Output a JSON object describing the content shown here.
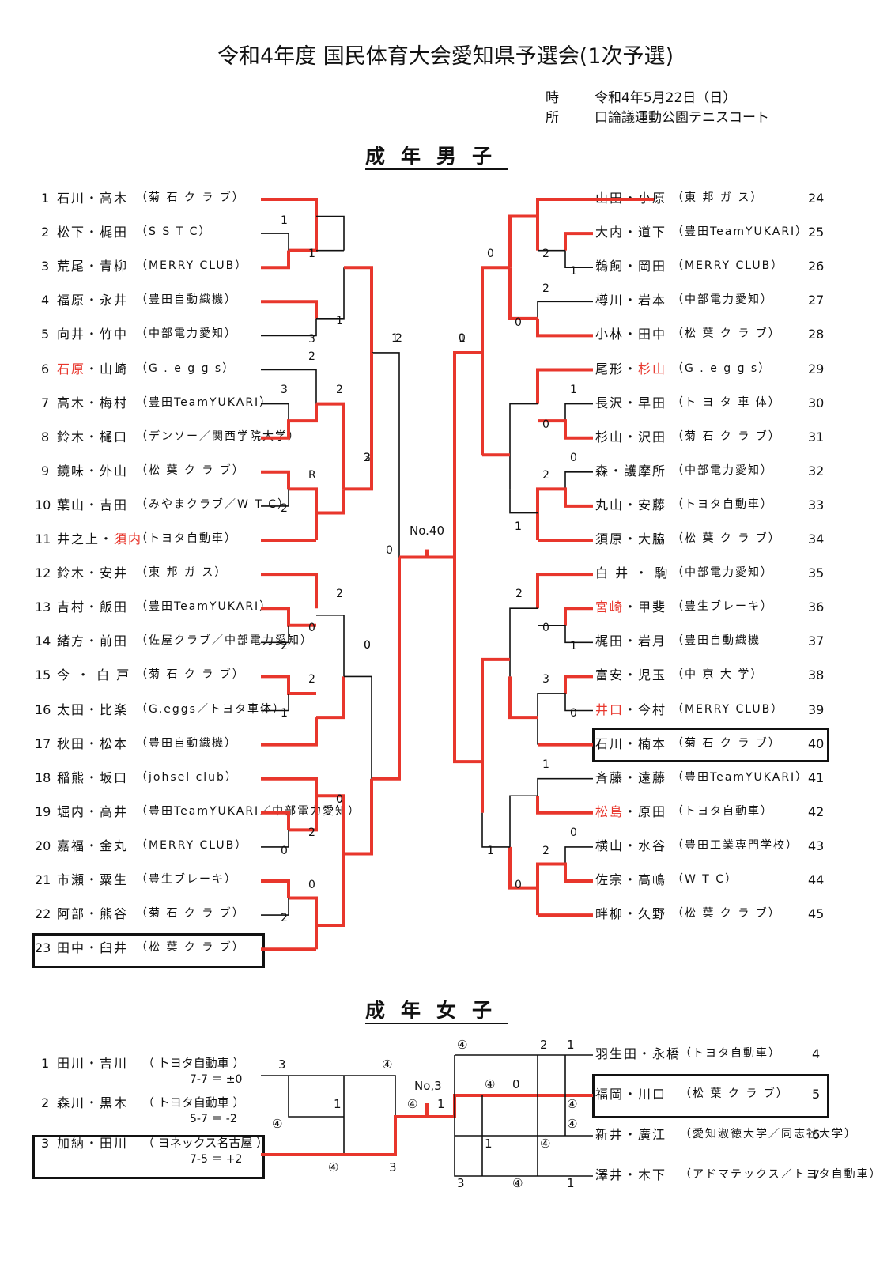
{
  "title": "令和4年度 国民体育大会愛知県予選会(1次予選)",
  "meta": {
    "date_label": "時",
    "date": "令和4年5月22日（日）",
    "place_label": "所",
    "place": "口論議運動公園テニスコート"
  },
  "men": {
    "heading": "成年男子",
    "left": [
      {
        "num": "1",
        "name": "石川・高木",
        "club": "（菊 石 ク ラ ブ）"
      },
      {
        "num": "2",
        "name": "松下・梶田",
        "club": "（S  S  T  C）"
      },
      {
        "num": "3",
        "name": "荒尾・青柳",
        "club": "（MERRY CLUB）"
      },
      {
        "num": "4",
        "name": "福原・永井",
        "club": "（豊田自動織機）"
      },
      {
        "num": "5",
        "name": "向井・竹中",
        "club": "（中部電力愛知）"
      },
      {
        "num": "6",
        "name": "石原・山崎",
        "club": "（G . e g g s）",
        "red": "石原"
      },
      {
        "num": "7",
        "name": "高木・梅村",
        "club": "（豊田TeamYUKARI）"
      },
      {
        "num": "8",
        "name": "鈴木・樋口",
        "club": "（デンソー／関西学院大学）"
      },
      {
        "num": "9",
        "name": "鏡味・外山",
        "club": "（松 葉 ク ラ ブ）"
      },
      {
        "num": "10",
        "name": "葉山・吉田",
        "club": "（みやまクラブ／W T C）"
      },
      {
        "num": "11",
        "name": "井之上・須内",
        "club": "（トヨタ自動車）",
        "red": "須内"
      },
      {
        "num": "12",
        "name": "鈴木・安井",
        "club": "（東 邦 ガ ス）"
      },
      {
        "num": "13",
        "name": "吉村・飯田",
        "club": "（豊田TeamYUKARI）"
      },
      {
        "num": "14",
        "name": "緒方・前田",
        "club": "（佐屋クラブ／中部電力愛知）"
      },
      {
        "num": "15",
        "name": "今 ・ 白 戸",
        "club": "（菊 石 ク ラ ブ）"
      },
      {
        "num": "16",
        "name": "太田・比楽",
        "club": "（G.eggs／トヨタ車体）"
      },
      {
        "num": "17",
        "name": "秋田・松本",
        "club": "（豊田自動織機）"
      },
      {
        "num": "18",
        "name": "稲熊・坂口",
        "club": "（johsel club）"
      },
      {
        "num": "19",
        "name": "堀内・高井",
        "club": "（豊田TeamYUKARI／中部電力愛知）"
      },
      {
        "num": "20",
        "name": "嘉福・金丸",
        "club": "（MERRY CLUB）"
      },
      {
        "num": "21",
        "name": "市瀬・粟生",
        "club": "（豊生ブレーキ）"
      },
      {
        "num": "22",
        "name": "阿部・熊谷",
        "club": "（菊 石 ク ラ ブ）"
      },
      {
        "num": "23",
        "name": "田中・臼井",
        "club": "（松 葉 ク ラ ブ）"
      }
    ],
    "right": [
      {
        "num": "24",
        "name": "山田・小原",
        "club": "（東 邦 ガ ス）"
      },
      {
        "num": "25",
        "name": "大内・道下",
        "club": "（豊田TeamYUKARI）"
      },
      {
        "num": "26",
        "name": "鵜飼・岡田",
        "club": "（MERRY CLUB）"
      },
      {
        "num": "27",
        "name": "樽川・岩本",
        "club": "（中部電力愛知）"
      },
      {
        "num": "28",
        "name": "小林・田中",
        "club": "（松 葉 ク ラ ブ）"
      },
      {
        "num": "29",
        "name": "尾形・杉山",
        "club": "（G . e g g s）",
        "red": "杉山"
      },
      {
        "num": "30",
        "name": "長沢・早田",
        "club": "（ト ヨ タ 車 体）"
      },
      {
        "num": "31",
        "name": "杉山・沢田",
        "club": "（菊 石 ク ラ ブ）"
      },
      {
        "num": "32",
        "name": "森・護摩所",
        "club": "（中部電力愛知）"
      },
      {
        "num": "33",
        "name": "丸山・安藤",
        "club": "（トヨタ自動車）"
      },
      {
        "num": "34",
        "name": "須原・大脇",
        "club": "（松 葉 ク ラ ブ）"
      },
      {
        "num": "35",
        "name": "白 井 ・ 駒",
        "club": "（中部電力愛知）"
      },
      {
        "num": "36",
        "name": "宮崎・甲斐",
        "club": "（豊生ブレーキ）",
        "red": "宮崎"
      },
      {
        "num": "37",
        "name": "梶田・岩月",
        "club": "（豊田自動織機"
      },
      {
        "num": "38",
        "name": "富安・児玉",
        "club": "（中 京 大 学）"
      },
      {
        "num": "39",
        "name": "井口・今村",
        "club": "（MERRY CLUB）",
        "red": "井口"
      },
      {
        "num": "40",
        "name": "石川・楠本",
        "club": "（菊 石 ク ラ ブ）"
      },
      {
        "num": "41",
        "name": "斉藤・遠藤",
        "club": "（豊田TeamYUKARI）"
      },
      {
        "num": "42",
        "name": "松島・原田",
        "club": "（トヨタ自動車）",
        "red": "松島"
      },
      {
        "num": "43",
        "name": "横山・水谷",
        "club": "（豊田工業専門学校）"
      },
      {
        "num": "44",
        "name": "佐宗・高嶋",
        "club": "（W  T  C）"
      },
      {
        "num": "45",
        "name": "畔柳・久野",
        "club": "（松 葉 ク ラ ブ）"
      }
    ],
    "final_label": "No.40",
    "scores": [
      "1",
      "1",
      "1",
      "3",
      "2",
      "3",
      "2",
      "3",
      "R",
      "2",
      "2",
      "0",
      "2",
      "0",
      "2",
      "1",
      "0",
      "2",
      "0",
      "0",
      "2",
      "1",
      "0",
      "0",
      "0",
      "2",
      "1",
      "2",
      "1",
      "0",
      "0",
      "2",
      "1",
      "2",
      "0",
      "1",
      "3",
      "0",
      "1",
      "2",
      "0",
      "0",
      "1",
      "0",
      "2",
      "1",
      "2",
      "0",
      "0",
      "1",
      "1"
    ]
  },
  "women": {
    "heading": "成年女子",
    "left": [
      {
        "num": "1",
        "name": "田川・吉川",
        "club": "（ トヨタ自動車 ）",
        "diff": "7-7 ＝ ±0"
      },
      {
        "num": "2",
        "name": "森川・黒木",
        "club": "（ トヨタ自動車 ）",
        "diff": "5-7 ＝ -2"
      },
      {
        "num": "3",
        "name": "加納・田川",
        "club": "（ ヨネックス名古屋 ）",
        "diff": "7-5 ＝ +2"
      }
    ],
    "right": [
      {
        "num": "4",
        "name": "羽生田・永橋",
        "club": "（トヨタ自動車）"
      },
      {
        "num": "5",
        "name": "福岡・川口",
        "club": "（松 葉 ク ラ ブ）"
      },
      {
        "num": "6",
        "name": "新井・廣江",
        "club": "（愛知淑徳大学／同志社大学）"
      },
      {
        "num": "7",
        "name": "澤井・木下",
        "club": "（アドマテックス／トヨタ自動車）"
      }
    ],
    "final_label": "No,3",
    "scores": [
      "3",
      "④",
      "1",
      "④",
      "④",
      "3",
      "④",
      "1",
      "④",
      "④",
      "0",
      "2",
      "1",
      "④",
      "④",
      "1",
      "④",
      "3",
      "④",
      "1"
    ]
  }
}
